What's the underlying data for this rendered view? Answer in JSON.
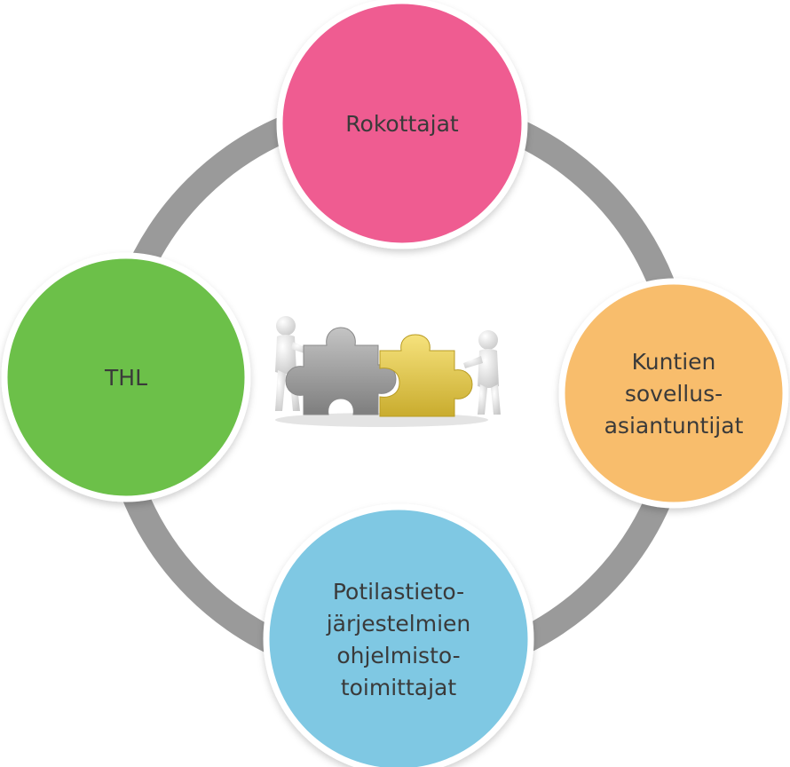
{
  "nodes": [
    {
      "id": "rokottajat",
      "lines": [
        "Rokottajat"
      ],
      "color": "#ef5c91"
    },
    {
      "id": "kuntien",
      "lines": [
        "Kuntien",
        "sovellus-",
        "asiantuntijat"
      ],
      "color": "#f8bd6c"
    },
    {
      "id": "potilastieto",
      "lines": [
        "Potilastieto-",
        "järjestelmien",
        "ohjelmisto-",
        "toimittajat"
      ],
      "color": "#7fc8e3"
    },
    {
      "id": "thl",
      "lines": [
        "THL"
      ],
      "color": "#6cc04a"
    }
  ],
  "ring_color": "#9a9a9a",
  "center_icon": "two-figures-joining-puzzle-pieces-icon",
  "puzzle_colors": {
    "left_piece": "#9c9c9c",
    "right_piece": "#e8d35a"
  }
}
